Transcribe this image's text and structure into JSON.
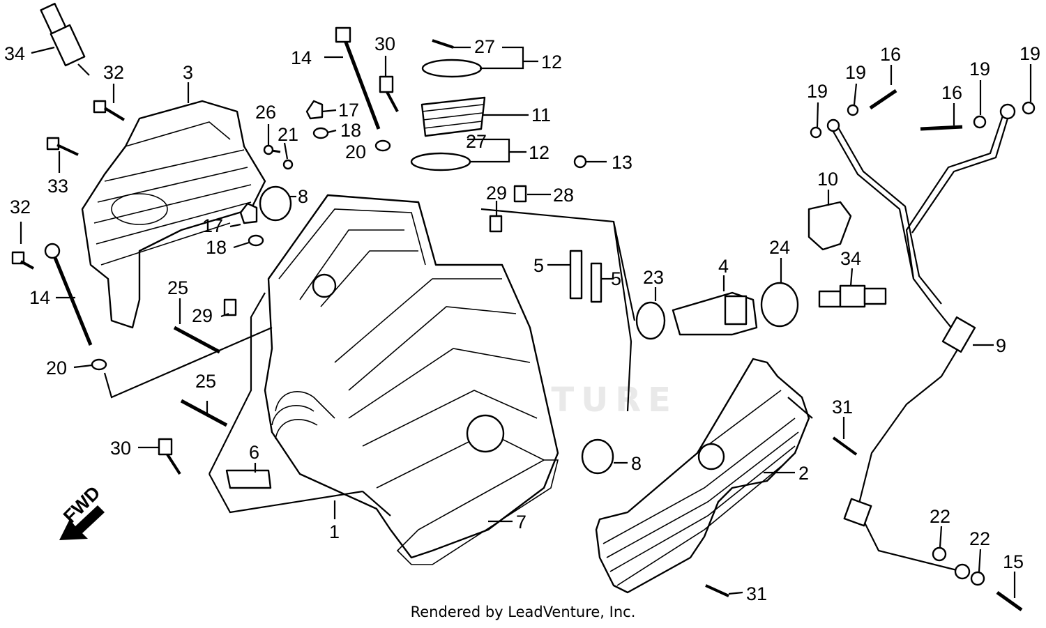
{
  "watermark": "LEADVENTURE",
  "footer": "Rendered by LeadVenture, Inc.",
  "direction_label": "FWD",
  "callouts": [
    "1",
    "2",
    "3",
    "4",
    "5",
    "5",
    "6",
    "7",
    "8",
    "8",
    "9",
    "10",
    "11",
    "12",
    "12",
    "13",
    "14",
    "14",
    "15",
    "16",
    "16",
    "17",
    "17",
    "18",
    "18",
    "19",
    "19",
    "19",
    "19",
    "20",
    "20",
    "21",
    "22",
    "22",
    "23",
    "24",
    "25",
    "25",
    "26",
    "27",
    "27",
    "28",
    "29",
    "29",
    "30",
    "30",
    "31",
    "31",
    "32",
    "32",
    "33",
    "34",
    "34"
  ]
}
